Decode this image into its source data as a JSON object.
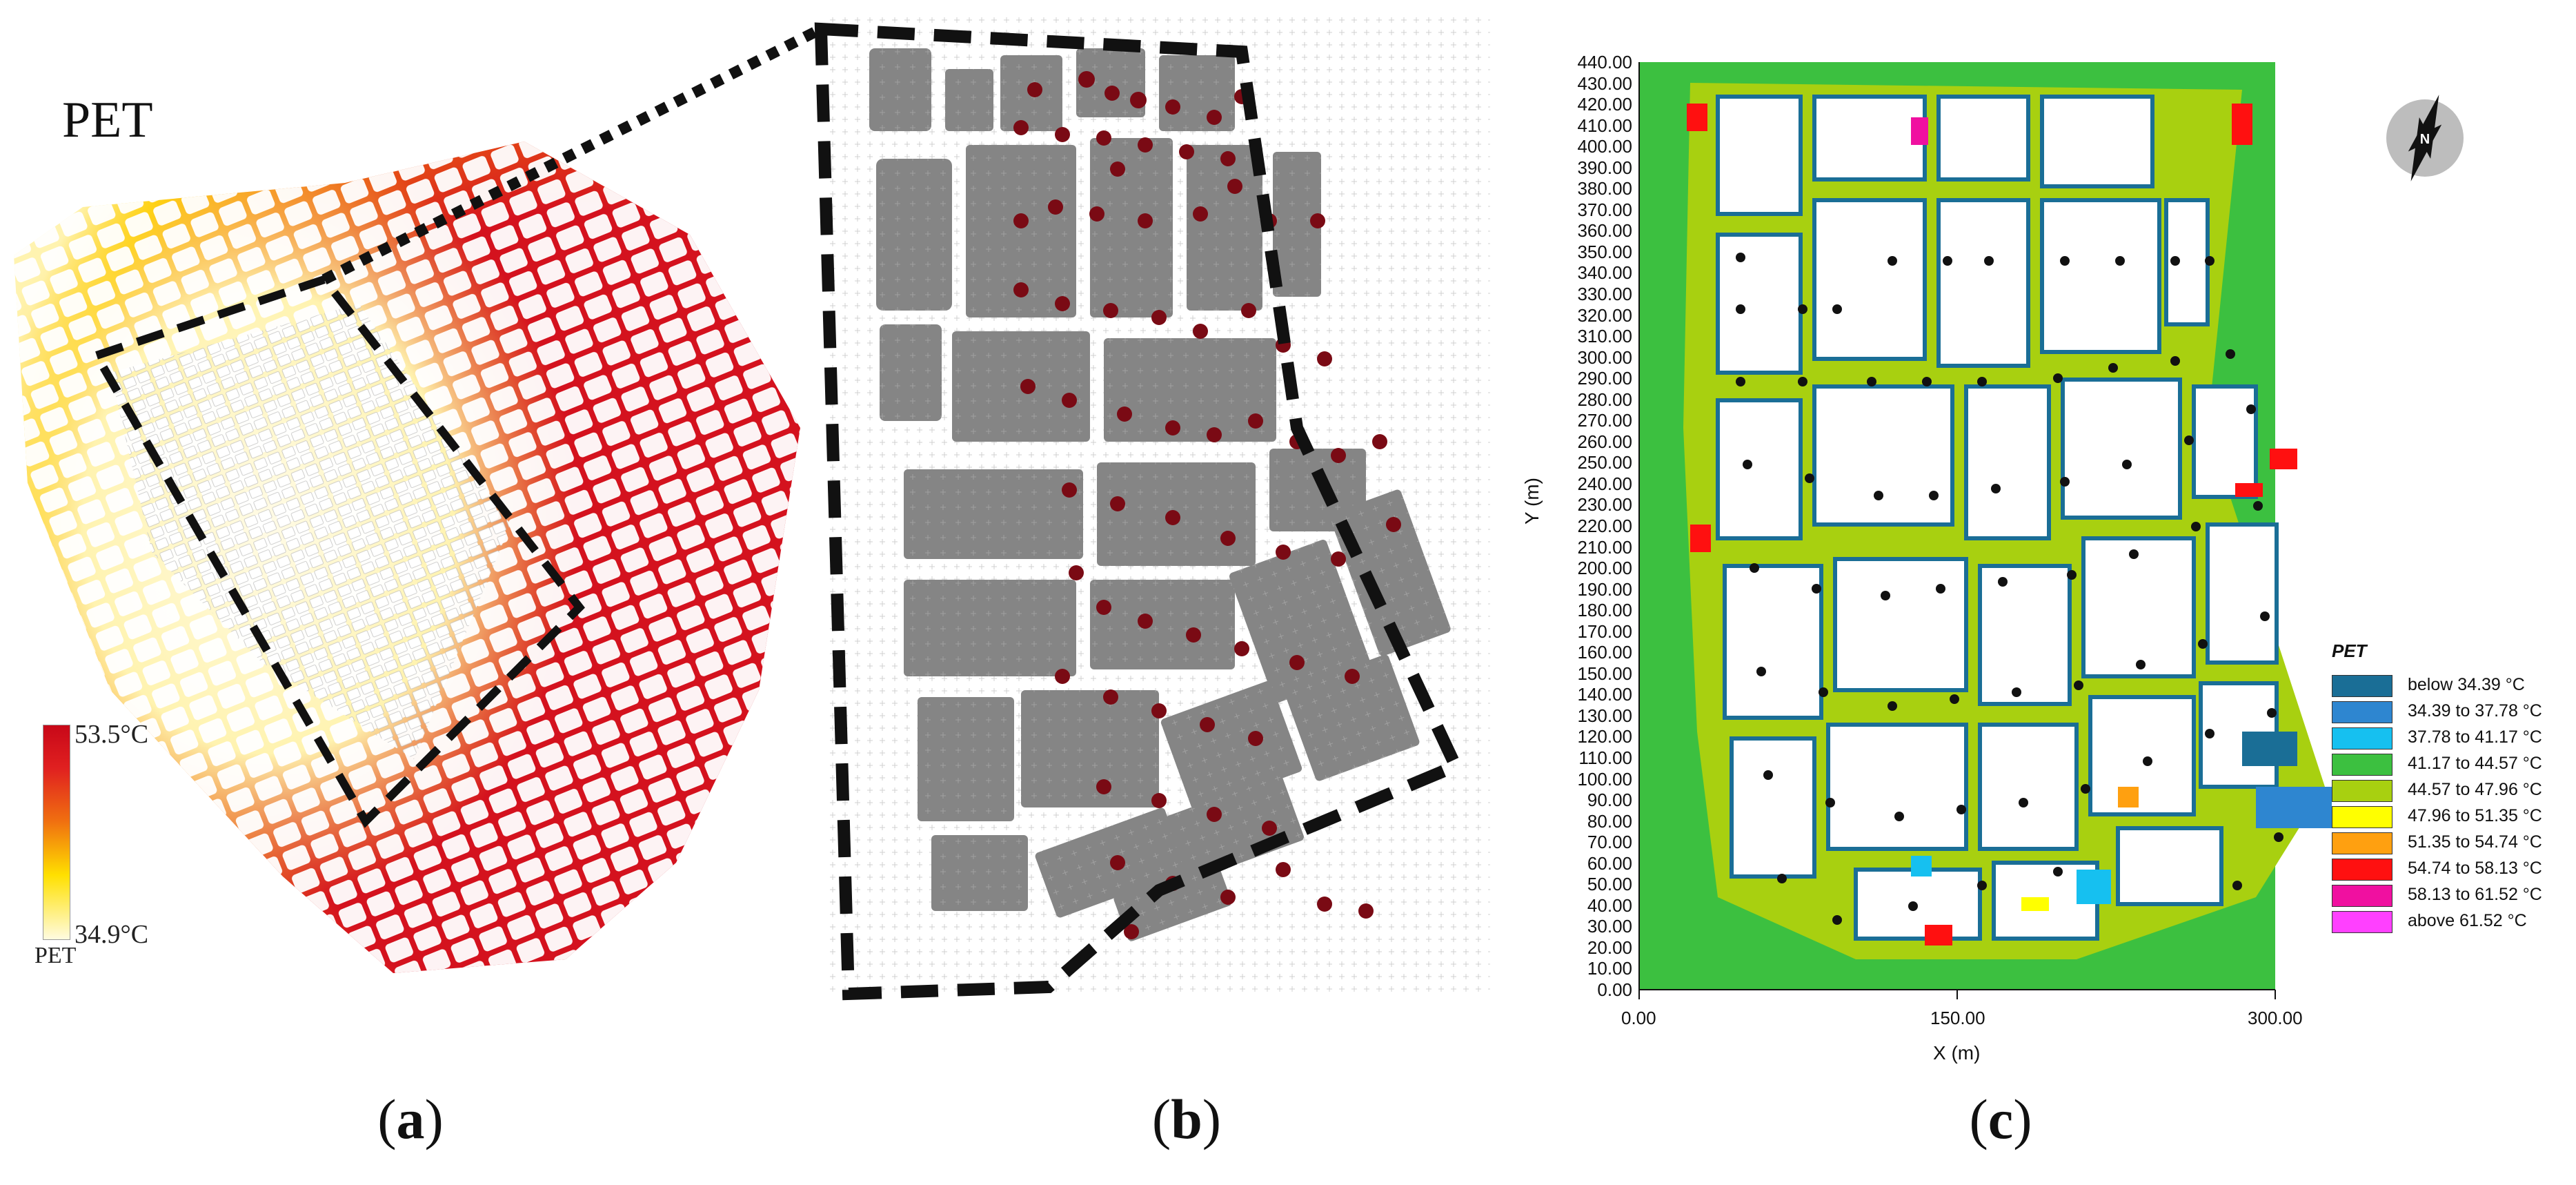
{
  "panel_a": {
    "title": "PET",
    "colorbar": {
      "max_label": "53.5°C",
      "min_label": "34.9°C",
      "axis_label": "PET"
    },
    "colors": {
      "hot": "#d4121e",
      "warm": "#f07010",
      "mild": "#ffd000",
      "cool": "#fff8c0",
      "building": "#ffffff"
    }
  },
  "panel_b": {
    "colors": {
      "building": "#808080",
      "marker": "#7a0a14",
      "grid": "#d8d8d8"
    }
  },
  "panel_c": {
    "x_axis": {
      "title": "X (m)",
      "ticks": [
        "0.00",
        "150.00",
        "300.00"
      ]
    },
    "y_axis": {
      "title": "Y (m)",
      "ticks": [
        "0.00",
        "10.00",
        "20.00",
        "30.00",
        "40.00",
        "50.00",
        "60.00",
        "70.00",
        "80.00",
        "90.00",
        "100.00",
        "110.00",
        "120.00",
        "130.00",
        "140.00",
        "150.00",
        "160.00",
        "170.00",
        "180.00",
        "190.00",
        "200.00",
        "210.00",
        "220.00",
        "230.00",
        "240.00",
        "250.00",
        "260.00",
        "270.00",
        "280.00",
        "290.00",
        "300.00",
        "310.00",
        "320.00",
        "330.00",
        "340.00",
        "350.00",
        "360.00",
        "370.00",
        "380.00",
        "390.00",
        "400.00",
        "410.00",
        "420.00",
        "430.00",
        "440.00"
      ]
    },
    "legend": {
      "title": "PET",
      "items": [
        {
          "label": "below 34.39 °C",
          "color": "#1a6e96"
        },
        {
          "label": "34.39 to 37.78 °C",
          "color": "#2e86d0"
        },
        {
          "label": "37.78 to 41.17 °C",
          "color": "#16c0f0"
        },
        {
          "label": "41.17 to 44.57 °C",
          "color": "#3cc040"
        },
        {
          "label": "44.57 to 47.96 °C",
          "color": "#a8d010"
        },
        {
          "label": "47.96 to 51.35 °C",
          "color": "#ffff00"
        },
        {
          "label": "51.35 to 54.74 °C",
          "color": "#ffa010"
        },
        {
          "label": "54.74 to 58.13 °C",
          "color": "#ff1010"
        },
        {
          "label": "58.13 to 61.52 °C",
          "color": "#f010a0"
        },
        {
          "label": "above 61.52 °C",
          "color": "#ff40ff"
        }
      ]
    },
    "compass_label": "N"
  },
  "captions": {
    "a": {
      "open": "(",
      "letter": "a",
      "close": ")"
    },
    "b": {
      "open": "(",
      "letter": "b",
      "close": ")"
    },
    "c": {
      "open": "(",
      "letter": "c",
      "close": ")"
    }
  }
}
